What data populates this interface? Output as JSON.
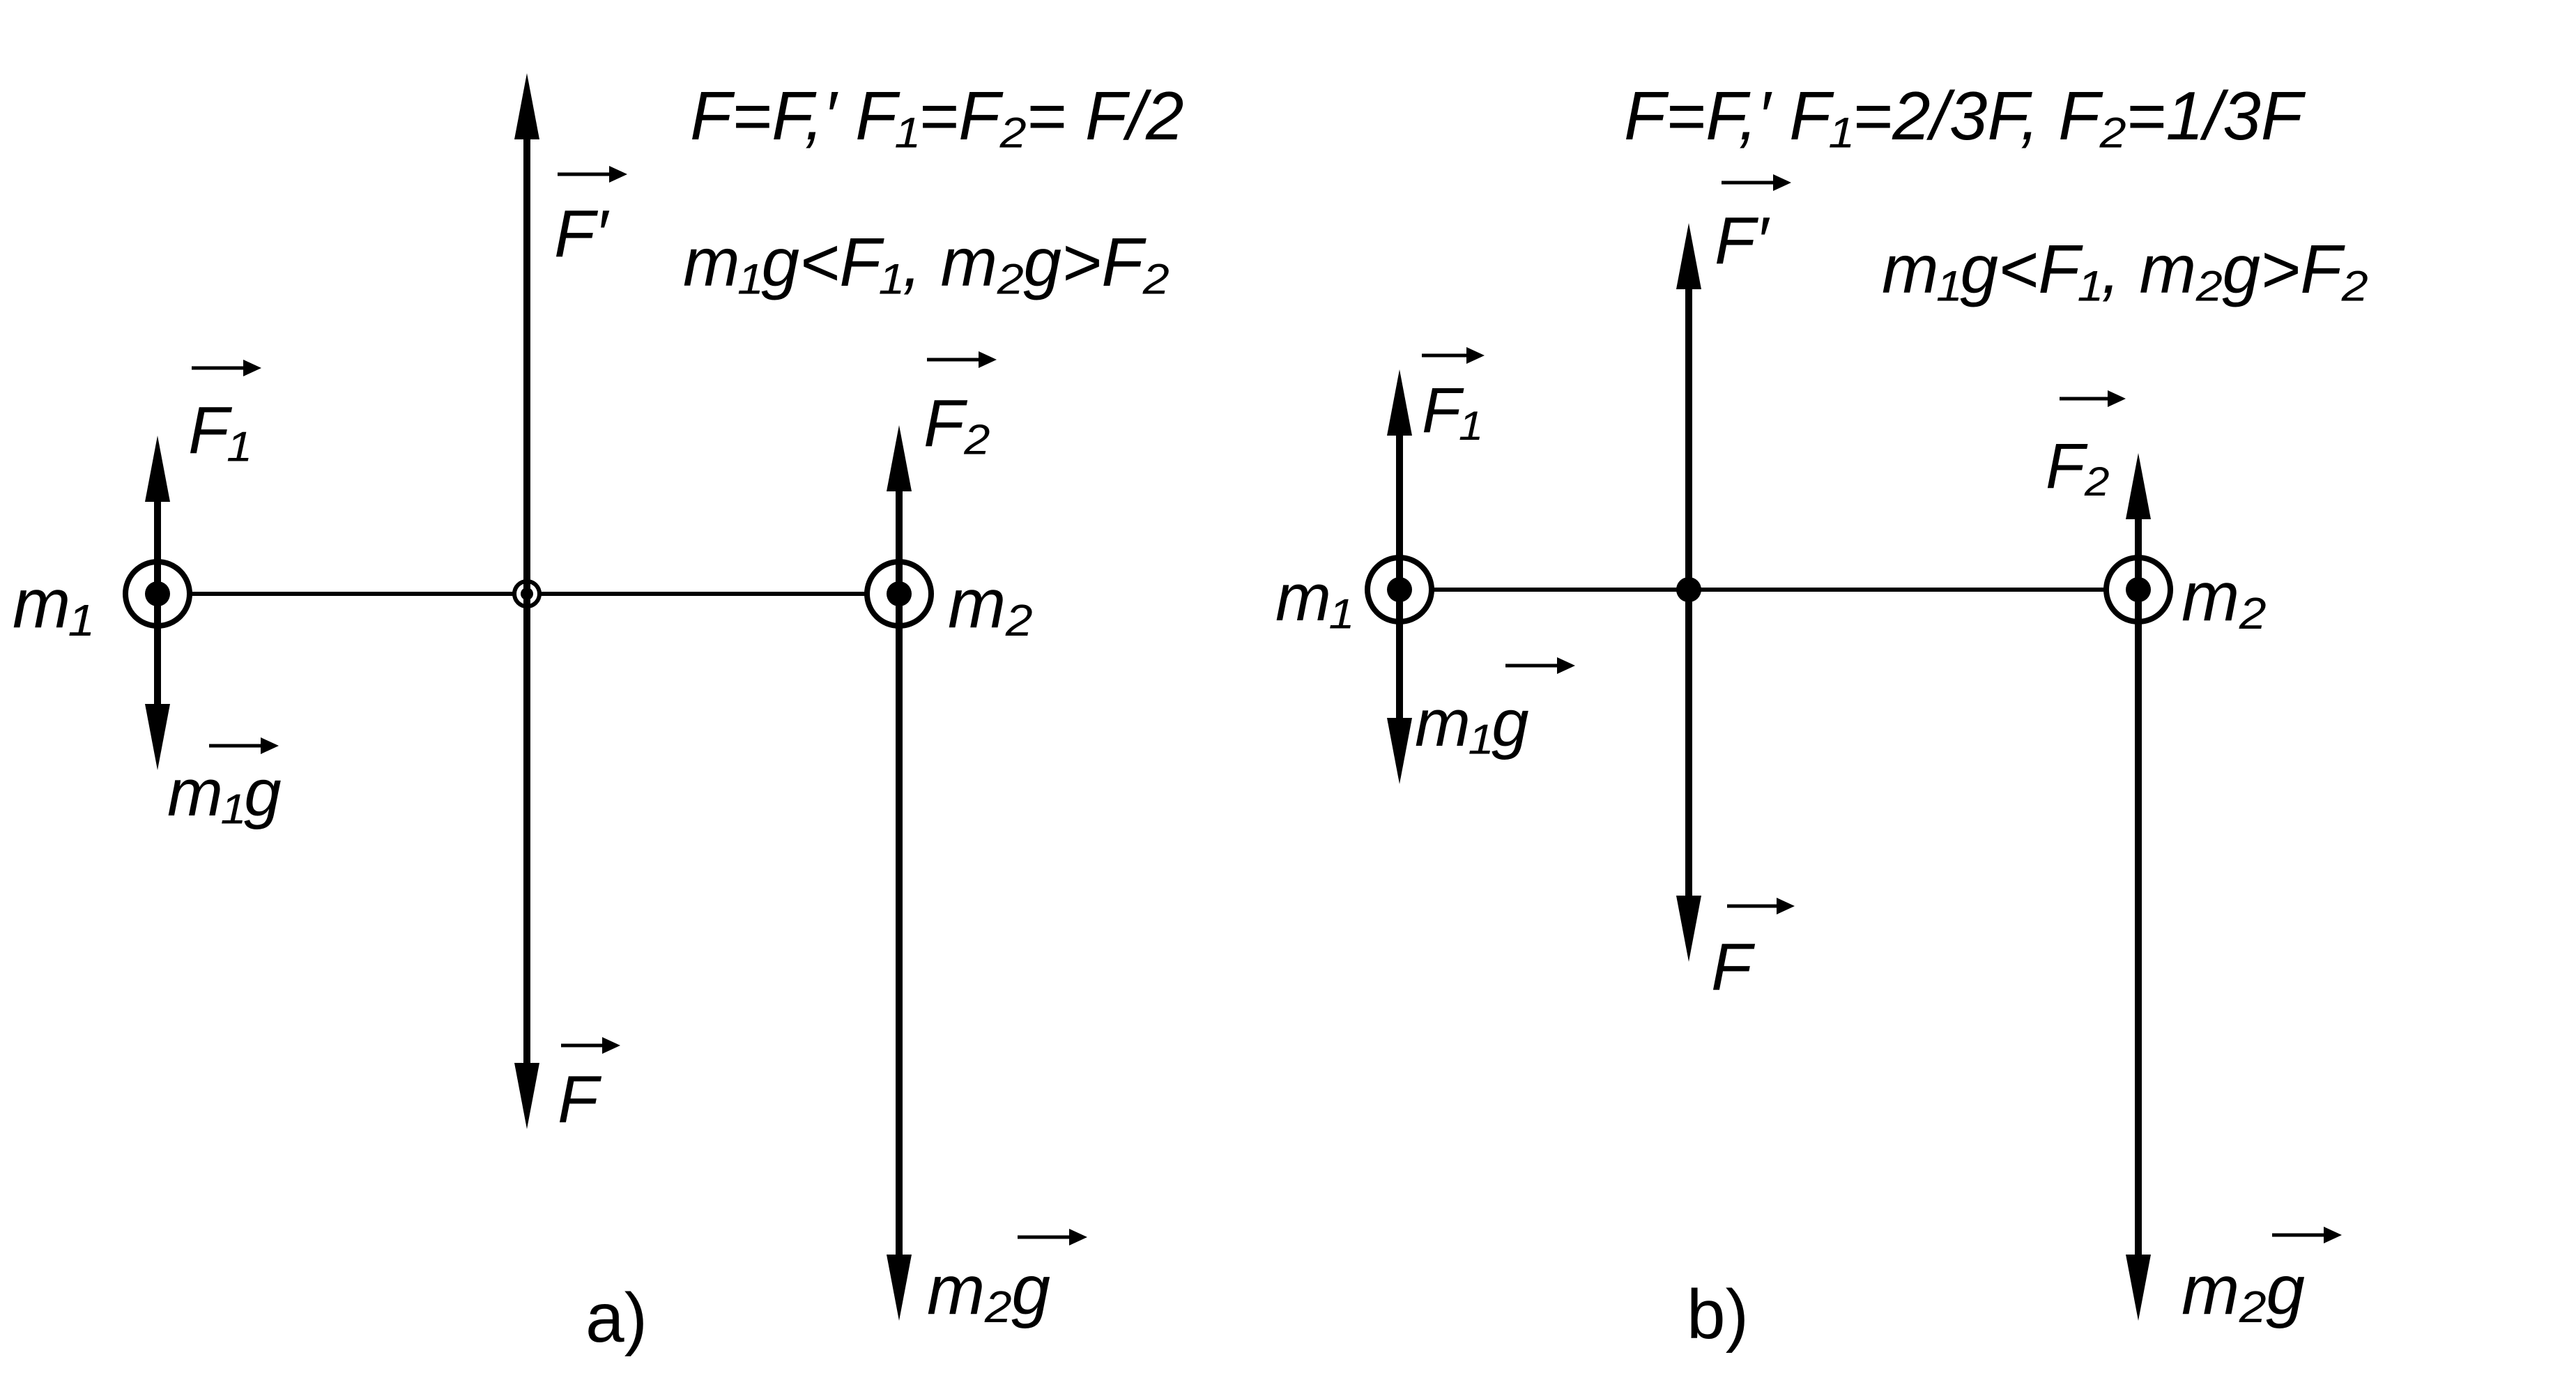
{
  "panel_a": {
    "caption": "a)",
    "equation_line1": "F=F,′  F₁=F₂= F/2",
    "equation_line2": "m₁g<F₁,  m₂g>F₂",
    "labels": {
      "F_prime": "F′",
      "F": "F",
      "F1": "F₁",
      "F2": "F₂",
      "m1": "m₁",
      "m2": "m₂",
      "m1g": "m₁g",
      "m2g": "m₂g"
    }
  },
  "panel_b": {
    "caption": "b)",
    "equation_line1": "F=F,′  F₁=2/3F,  F₂=1/3F",
    "equation_line2": "m₁g<F₁, m₂g>F₂",
    "labels": {
      "F_prime": "F′",
      "F": "F",
      "F1": "F₁",
      "F2": "F₂",
      "m1": "m₁",
      "m2": "m₂",
      "m1g": "m₁g",
      "m2g": "m₂g"
    }
  }
}
